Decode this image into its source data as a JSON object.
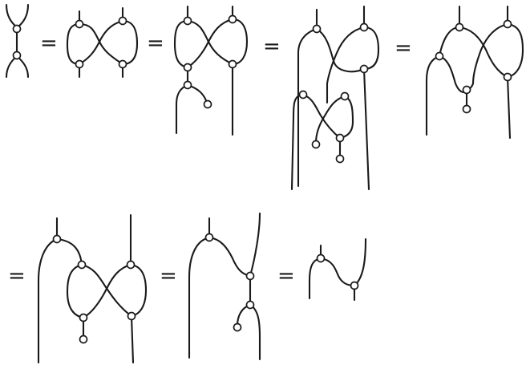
{
  "equation": {
    "equals_sign": "=",
    "row1_steps": [
      "step-1",
      "step-2",
      "step-3",
      "step-4",
      "step-5"
    ],
    "row2_steps": [
      "step-6",
      "step-7",
      "step-8"
    ]
  },
  "colors": {
    "ink": "#1a1a1a",
    "paper": "#ffffff"
  }
}
